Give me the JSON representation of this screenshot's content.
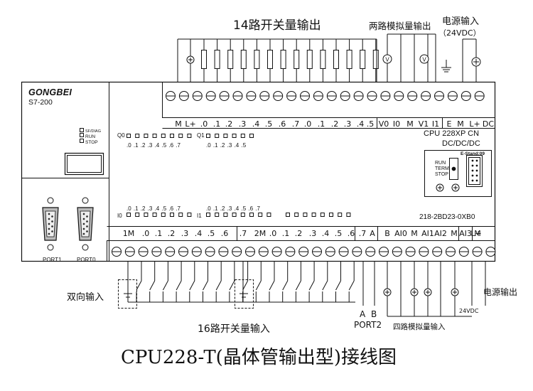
{
  "top_labels": {
    "digital_out": "14路开关量输出",
    "analog_out": "两路模拟量输出",
    "power_in": "电源输入",
    "power_in_spec": "（24VDC）"
  },
  "plc": {
    "brand": "GONGBEI",
    "model": "S7-200",
    "status": [
      "SF/DIAG",
      "RUN",
      "STOP"
    ],
    "cpu_line1": "CPU 228XP CN",
    "cpu_line2": "DC/DC/DC",
    "estand": "E-Stand:09",
    "switch_labels": [
      "RUN",
      "TERM",
      "STOP"
    ],
    "part_number": "218-2BD23-0XB0",
    "q0_label": "Q0",
    "q1_label": "Q1",
    "i0_label": "I0",
    "i1_label": "I1",
    "q0_bits": ".0 .1 .2 .3 .4 .5 .6 .7",
    "q1_bits": ".0 .1 .2 .3 .4 .5",
    "i0_bits": ".0 .1 .2 .3 .4 .5 .6 .7",
    "i1_bits": ".0 .1 .2 .3 .4 .5 .6 .7",
    "port1": "PORT1",
    "port0": "PORT0"
  },
  "top_terminals": [
    "M",
    "L+",
    ".0",
    ".1",
    ".2",
    ".3",
    ".4",
    ".5",
    ".6",
    ".7",
    ".0",
    ".1",
    ".2",
    ".3",
    ".4",
    ".5",
    "V0",
    "I0",
    "M",
    "V1",
    "I1",
    "E",
    "M",
    "L+",
    "DC"
  ],
  "bottom_terminals": [
    "1M",
    ".0",
    ".1",
    ".2",
    ".3",
    ".4",
    ".5",
    ".6",
    ".7",
    "2M",
    ".0",
    ".1",
    ".2",
    ".3",
    ".4",
    ".5",
    ".6",
    ".7",
    "A",
    "B",
    "AI0",
    "M",
    "AI1",
    "AI2",
    "M",
    "AI3",
    "M",
    "L+"
  ],
  "bottom_labels": {
    "bidirectional_input": "双向输入",
    "digital_in": "16路开关量输入",
    "port_a": "A",
    "port_b": "B",
    "port2": "PORT2",
    "analog_in": "四路模拟量输入",
    "power_out": "电源输出",
    "power_out_spec": "24VDC"
  },
  "title": "CPU228-T(晶体管输出型)接线图",
  "colors": {
    "line": "#111111",
    "background": "#ffffff"
  }
}
